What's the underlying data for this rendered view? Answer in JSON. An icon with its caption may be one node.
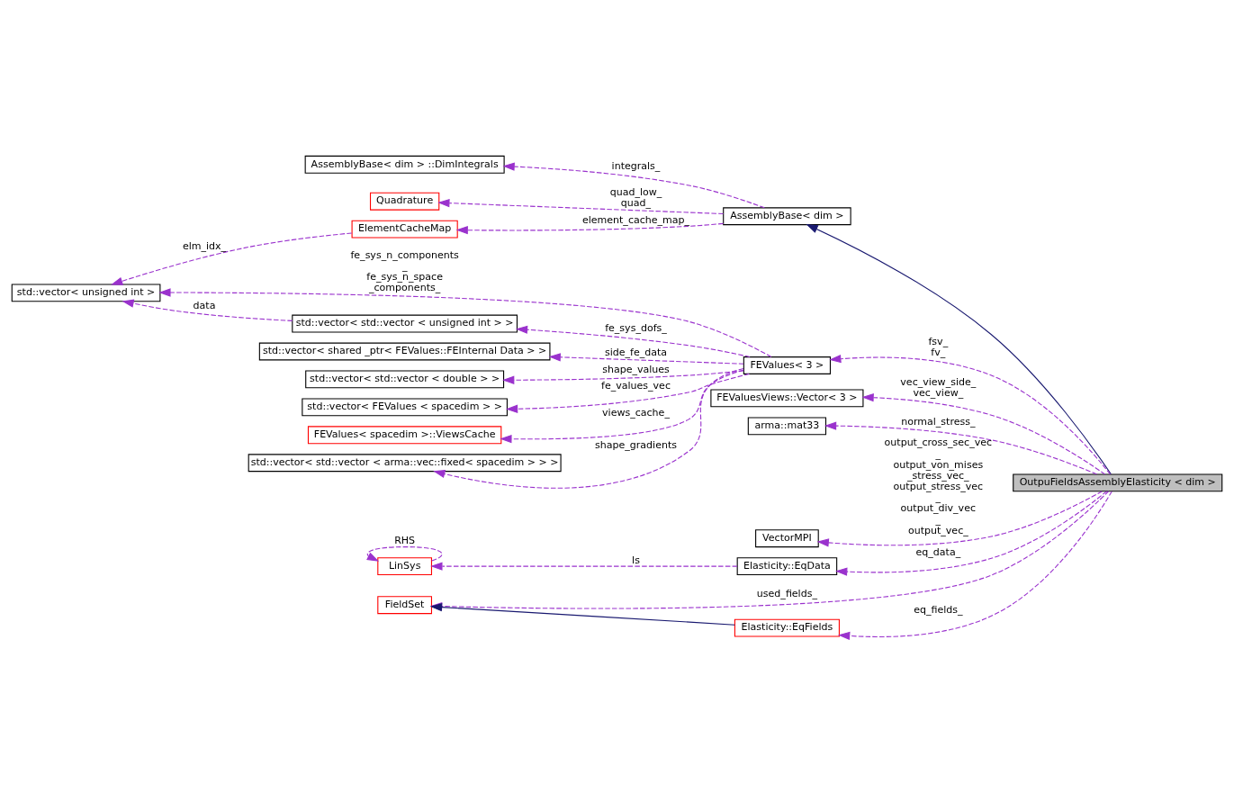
{
  "diagram": {
    "nodes": [
      {
        "text": [
          "OutpuFieldsAssemblyElasticity < dim >"
        ]
      },
      {
        "text": [
          "AssemblyBase< dim >"
        ]
      },
      {
        "text": [
          "AssemblyBase< dim > ::DimIntegrals"
        ]
      },
      {
        "text": [
          "Quadrature"
        ]
      },
      {
        "text": [
          "ElementCacheMap"
        ]
      },
      {
        "text": [
          "std::vector< unsigned int >"
        ]
      },
      {
        "text": [
          "std::vector< std::vector < unsigned int > >"
        ]
      },
      {
        "text": [
          "std::vector< shared _ptr< FEValues::FEInternal Data > >"
        ]
      },
      {
        "text": [
          "std::vector< std::vector < double > >"
        ]
      },
      {
        "text": [
          "std::vector< FEValues < spacedim > >"
        ]
      },
      {
        "text": [
          "FEValues< spacedim >::ViewsCache"
        ]
      },
      {
        "text": [
          "std::vector< std::vector < arma::vec::fixed< spacedim > > >"
        ]
      },
      {
        "text": [
          "FEValues< 3 >"
        ]
      },
      {
        "text": [
          "FEValuesViews::Vector< 3 >"
        ]
      },
      {
        "text": [
          "arma::mat33"
        ]
      },
      {
        "text": [
          "VectorMPI"
        ]
      },
      {
        "text": [
          "LinSys"
        ]
      },
      {
        "text": [
          "Elasticity::EqData"
        ]
      },
      {
        "text": [
          "FieldSet"
        ]
      },
      {
        "text": [
          "Elasticity::EqFields"
        ]
      }
    ],
    "edges": [
      {
        "from": 0,
        "to": 1,
        "arrow": "to",
        "color": "#191970"
      },
      {
        "from": 1,
        "to": 2,
        "arrow": "to",
        "label": "integrals_",
        "style": "dashed"
      },
      {
        "from": 1,
        "to": 3,
        "arrow": "to",
        "label": "quad_low_ quad_",
        "style": "dashed"
      },
      {
        "from": 1,
        "to": 4,
        "arrow": "to",
        "label": "element_cache_map_",
        "style": "dashed"
      },
      {
        "from": 4,
        "to": 5,
        "arrow": "to",
        "label": "elm_idx_",
        "style": "dashed"
      },
      {
        "from": 12,
        "to": 5,
        "arrow": "to",
        "label": "fe_sys_n_components _ fe_sys_n_space _components_",
        "style": "dashed"
      },
      {
        "from": 6,
        "to": 5,
        "arrow": "to",
        "label": "data",
        "style": "dashed"
      },
      {
        "from": 12,
        "to": 6,
        "arrow": "to",
        "label": "fe_sys_dofs_",
        "style": "dashed"
      },
      {
        "from": 12,
        "to": 7,
        "arrow": "to",
        "label": "side_fe_data",
        "style": "dashed"
      },
      {
        "from": 12,
        "to": 8,
        "arrow": "to",
        "label": "shape_values",
        "style": "dashed"
      },
      {
        "from": 12,
        "to": 9,
        "arrow": "to",
        "label": "fe_values_vec",
        "style": "dashed"
      },
      {
        "from": 12,
        "to": 10,
        "arrow": "to",
        "label": "views_cache_",
        "style": "dashed"
      },
      {
        "from": 12,
        "to": 11,
        "arrow": "to",
        "label": "shape_gradients",
        "style": "dashed"
      },
      {
        "from": 0,
        "to": 12,
        "arrow": "to",
        "label": "fsv_ fv_",
        "style": "dashed"
      },
      {
        "from": 0,
        "to": 13,
        "arrow": "to",
        "label": "vec_view_side_ vec_view_",
        "style": "dashed"
      },
      {
        "from": 0,
        "to": 14,
        "arrow": "to",
        "label": "normal_stress_",
        "style": "dashed"
      },
      {
        "from": 0,
        "to": 15,
        "arrow": "to",
        "label": "output_cross_sec_vec _ output_von_mises _stress_vec_ output_stress_vec _ output_div_vec _ output_vec_",
        "style": "dashed"
      },
      {
        "from": 16,
        "to": 16,
        "arrow": "to",
        "label": "RHS",
        "style": "dashed"
      },
      {
        "from": 17,
        "to": 16,
        "arrow": "to",
        "label": "ls",
        "style": "dashed"
      },
      {
        "from": 0,
        "to": 17,
        "arrow": "to",
        "label": "eq_data_",
        "style": "dashed"
      },
      {
        "from": 0,
        "to": 18,
        "arrow": "to",
        "label": "used_fields_",
        "style": "dashed"
      },
      {
        "from": 19,
        "to": 18,
        "arrow": "to",
        "color": "#191970"
      },
      {
        "from": 0,
        "to": 19,
        "arrow": "to",
        "label": "eq_fields_",
        "style": "dashed"
      }
    ]
  }
}
